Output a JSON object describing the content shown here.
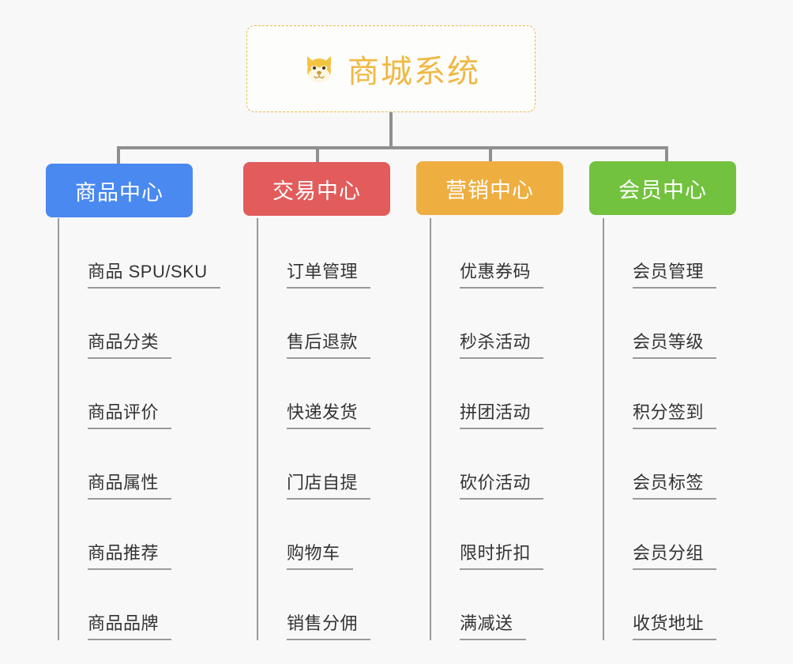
{
  "canvas": {
    "background": "#f8f8f8",
    "line_color": "#8f8f8f"
  },
  "root": {
    "title": "商城系统",
    "icon": "dog-face-emoji",
    "text_color": "#f0b844",
    "border_color": "#e8b84b",
    "background": "#fdfdfb"
  },
  "branches": [
    {
      "label": "商品中心",
      "color": "#4a89ef",
      "items": [
        "商品 SPU/SKU",
        "商品分类",
        "商品评价",
        "商品属性",
        "商品推荐",
        "商品品牌"
      ]
    },
    {
      "label": "交易中心",
      "color": "#e25c5c",
      "items": [
        "订单管理",
        "售后退款",
        "快递发货",
        "门店自提",
        "购物车",
        "销售分佣"
      ]
    },
    {
      "label": "营销中心",
      "color": "#eeae40",
      "items": [
        "优惠券码",
        "秒杀活动",
        "拼团活动",
        "砍价活动",
        "限时折扣",
        "满减送"
      ]
    },
    {
      "label": "会员中心",
      "color": "#73c23f",
      "items": [
        "会员管理",
        "会员等级",
        "积分签到",
        "会员标签",
        "会员分组",
        "收货地址"
      ]
    }
  ]
}
